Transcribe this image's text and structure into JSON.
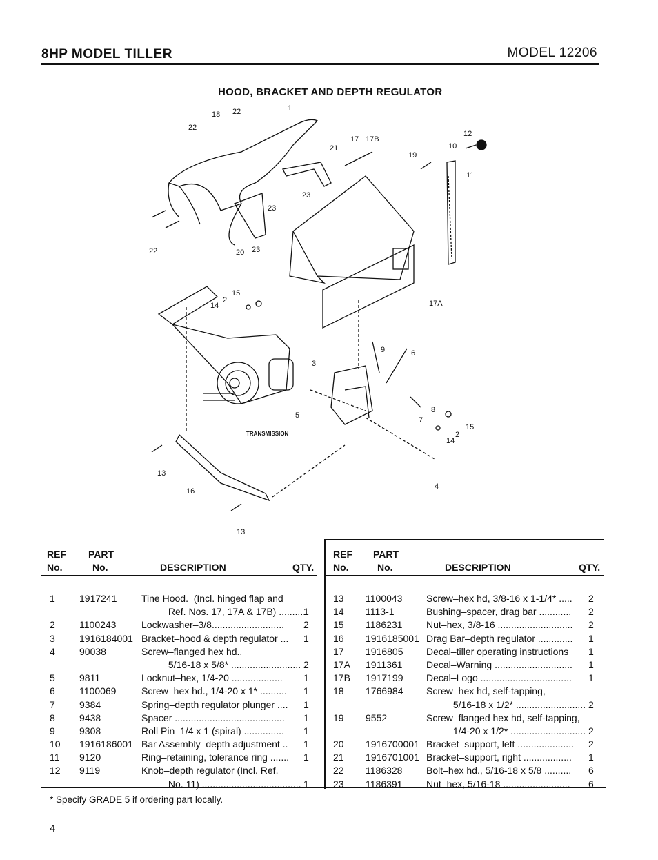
{
  "header": {
    "title": "8HP MODEL TILLER",
    "model": "MODEL 12206"
  },
  "diagram": {
    "title": "HOOD, BRACKET AND DEPTH REGULATOR",
    "callouts": [
      "1",
      "2",
      "3",
      "4",
      "5",
      "6",
      "7",
      "8",
      "9",
      "10",
      "11",
      "12",
      "13",
      "14",
      "15",
      "16",
      "17",
      "17B",
      "17A",
      "18",
      "20",
      "21",
      "22",
      "23",
      "TRANSMISSION"
    ]
  },
  "table_headers": {
    "ref": "REF",
    "ref_no": "No.",
    "part": "PART",
    "part_no": "No.",
    "description": "DESCRIPTION",
    "qty": "QTY."
  },
  "left_rows": [
    {
      "ref": "1",
      "part": "1917241",
      "desc": "Tine Hood.  (Incl. hinged flap and",
      "qty": ""
    },
    {
      "ref": "",
      "part": "",
      "desc": "          Ref. Nos. 17, 17A & 17B) ..........",
      "qty": "1"
    },
    {
      "ref": "2",
      "part": "1100243",
      "desc": "Lockwasher–3/8...........................",
      "qty": "2"
    },
    {
      "ref": "3",
      "part": "1916184001",
      "desc": "Bracket–hood & depth regulator ...",
      "qty": "1"
    },
    {
      "ref": "4",
      "part": "90038",
      "desc": "Screw–flanged hex hd.,",
      "qty": ""
    },
    {
      "ref": "",
      "part": "",
      "desc": "          5/16-18 x 5/8* ..........................",
      "qty": "2"
    },
    {
      "ref": "5",
      "part": "9811",
      "desc": "Locknut–hex, 1/4-20 ...................",
      "qty": "1"
    },
    {
      "ref": "6",
      "part": "1100069",
      "desc": "Screw–hex hd., 1/4-20 x 1* ..........",
      "qty": "1"
    },
    {
      "ref": "7",
      "part": "9384",
      "desc": "Spring–depth regulator plunger ....",
      "qty": "1"
    },
    {
      "ref": "8",
      "part": "9438",
      "desc": "Spacer .........................................",
      "qty": "1"
    },
    {
      "ref": "9",
      "part": "9308",
      "desc": "Roll Pin–1/4 x 1 (spiral) ...............",
      "qty": "1"
    },
    {
      "ref": "10",
      "part": "1916186001",
      "desc": "Bar Assembly–depth adjustment ..",
      "qty": "1"
    },
    {
      "ref": "11",
      "part": "9120",
      "desc": "Ring–retaining, tolerance ring .......",
      "qty": "1"
    },
    {
      "ref": "12",
      "part": "9119",
      "desc": "Knob–depth regulator (Incl. Ref.",
      "qty": ""
    },
    {
      "ref": "",
      "part": "",
      "desc": "          No. 11) .....................................",
      "qty": "1"
    }
  ],
  "right_rows": [
    {
      "ref": "13",
      "part": "1100043",
      "desc": "Screw–hex hd, 3/8-16 x 1-1/4* .....",
      "qty": "2"
    },
    {
      "ref": "14",
      "part": "1113-1",
      "desc": "Bushing–spacer, drag bar ............",
      "qty": "2"
    },
    {
      "ref": "15",
      "part": "1186231",
      "desc": "Nut–hex, 3/8-16 ............................",
      "qty": "2"
    },
    {
      "ref": "16",
      "part": "1916185001",
      "desc": "Drag Bar–depth regulator .............",
      "qty": "1"
    },
    {
      "ref": "17",
      "part": "1916805",
      "desc": "Decal–tiller operating instructions",
      "qty": "1"
    },
    {
      "ref": "17A",
      "part": "1911361",
      "desc": "Decal–Warning .............................",
      "qty": "1"
    },
    {
      "ref": "17B",
      "part": "1917199",
      "desc": "Decal–Logo ..................................",
      "qty": "1"
    },
    {
      "ref": "18",
      "part": "1766984",
      "desc": "Screw–hex hd, self-tapping,",
      "qty": ""
    },
    {
      "ref": "",
      "part": "",
      "desc": "          5/16-18 x 1/2* ..........................",
      "qty": "2"
    },
    {
      "ref": "19",
      "part": "9552",
      "desc": "Screw–flanged hex hd, self-tapping,",
      "qty": ""
    },
    {
      "ref": "",
      "part": "",
      "desc": "          1/4-20 x 1/2* ............................",
      "qty": "2"
    },
    {
      "ref": "20",
      "part": "1916700001",
      "desc": "Bracket–support, left .....................",
      "qty": "2"
    },
    {
      "ref": "21",
      "part": "1916701001",
      "desc": "Bracket–support, right ..................",
      "qty": "1"
    },
    {
      "ref": "22",
      "part": "1186328",
      "desc": "Bolt–hex hd., 5/16-18 x 5/8 ..........",
      "qty": "6"
    },
    {
      "ref": "23",
      "part": "1186391",
      "desc": "Nut–hex, 5/16-18 .........................",
      "qty": "6"
    }
  ],
  "footnote": "* Specify GRADE 5 if ordering part locally.",
  "page_number": "4"
}
